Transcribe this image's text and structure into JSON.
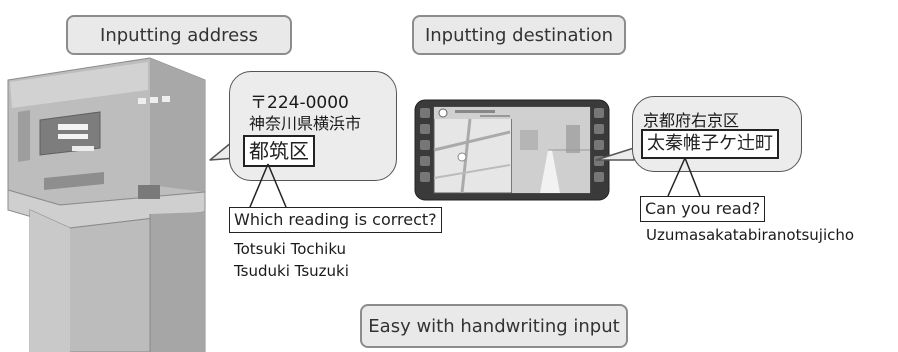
{
  "labels": {
    "inputting_address": "Inputting address",
    "inputting_destination": "Inputting destination",
    "easy_handwriting": "Easy with handwriting input"
  },
  "address_bubble": {
    "postal": "〒224-0000",
    "prefecture_city": "神奈川県横浜市",
    "ward": "都筑区"
  },
  "address_question": "Which reading is correct?",
  "address_readings": {
    "line1": "Totsuki  Tochiku",
    "line2": "Tsuduki  Tsuzuki"
  },
  "destination_bubble": {
    "ward": "京都府右京区",
    "town": "太秦帷子ケ辻町"
  },
  "destination_question": "Can you read?",
  "destination_reading": "Uzumasakatabiranotsujicho"
}
